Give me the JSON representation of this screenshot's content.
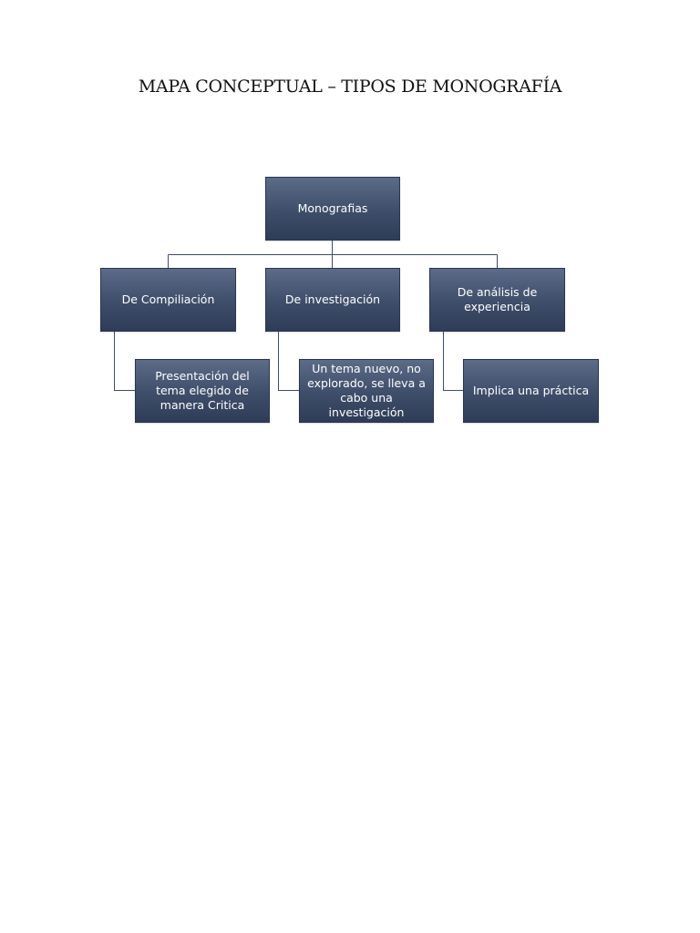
{
  "title": "MAPA CONCEPTUAL – TIPOS DE MONOGRAFÍA",
  "diagram": {
    "root": {
      "label": "Monografias"
    },
    "categories": [
      {
        "label": "De Compiliación",
        "detail": "Presentación del tema elegido de manera Critica"
      },
      {
        "label": "De investigación",
        "detail": "Un tema nuevo, no explorado, se lleva a cabo una investigación"
      },
      {
        "label": "De análisis de experiencia",
        "detail": "Implica una práctica"
      }
    ],
    "colors": {
      "node_top": "#5c6b87",
      "node_bottom": "#2e3c57",
      "connector": "#3e4d69"
    }
  }
}
